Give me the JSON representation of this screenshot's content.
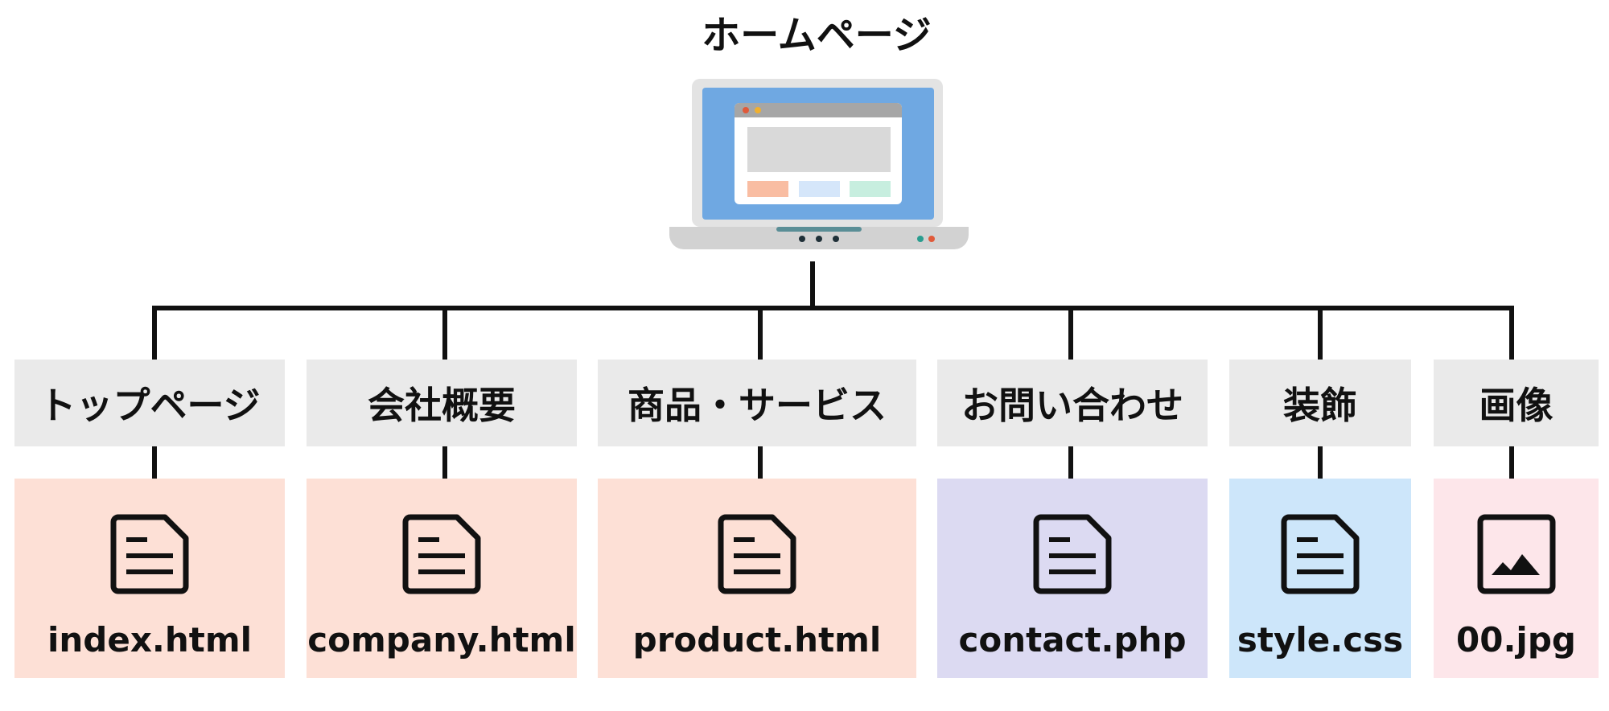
{
  "root": {
    "title": "ホームページ"
  },
  "colors": {
    "line": "#111111",
    "label_bg": "#eaeaea",
    "html_file_bg": "#fde0d6",
    "php_file_bg": "#dcdaf2",
    "css_file_bg": "#cde6fa",
    "image_file_bg": "#fde6ea",
    "laptop_screen": "#6fa8e2"
  },
  "nodes": [
    {
      "label": "トップページ",
      "file": "index.html",
      "icon": "document-icon",
      "color": "#fde0d6"
    },
    {
      "label": "会社概要",
      "file": "company.html",
      "icon": "document-icon",
      "color": "#fde0d6"
    },
    {
      "label": "商品・サービス",
      "file": "product.html",
      "icon": "document-icon",
      "color": "#fde0d6"
    },
    {
      "label": "お問い合わせ",
      "file": "contact.php",
      "icon": "document-icon",
      "color": "#dcdaf2"
    },
    {
      "label": "装飾",
      "file": "style.css",
      "icon": "document-icon",
      "color": "#cde6fa"
    },
    {
      "label": "画像",
      "file": "00.jpg",
      "icon": "image-icon",
      "color": "#fde6ea"
    }
  ]
}
